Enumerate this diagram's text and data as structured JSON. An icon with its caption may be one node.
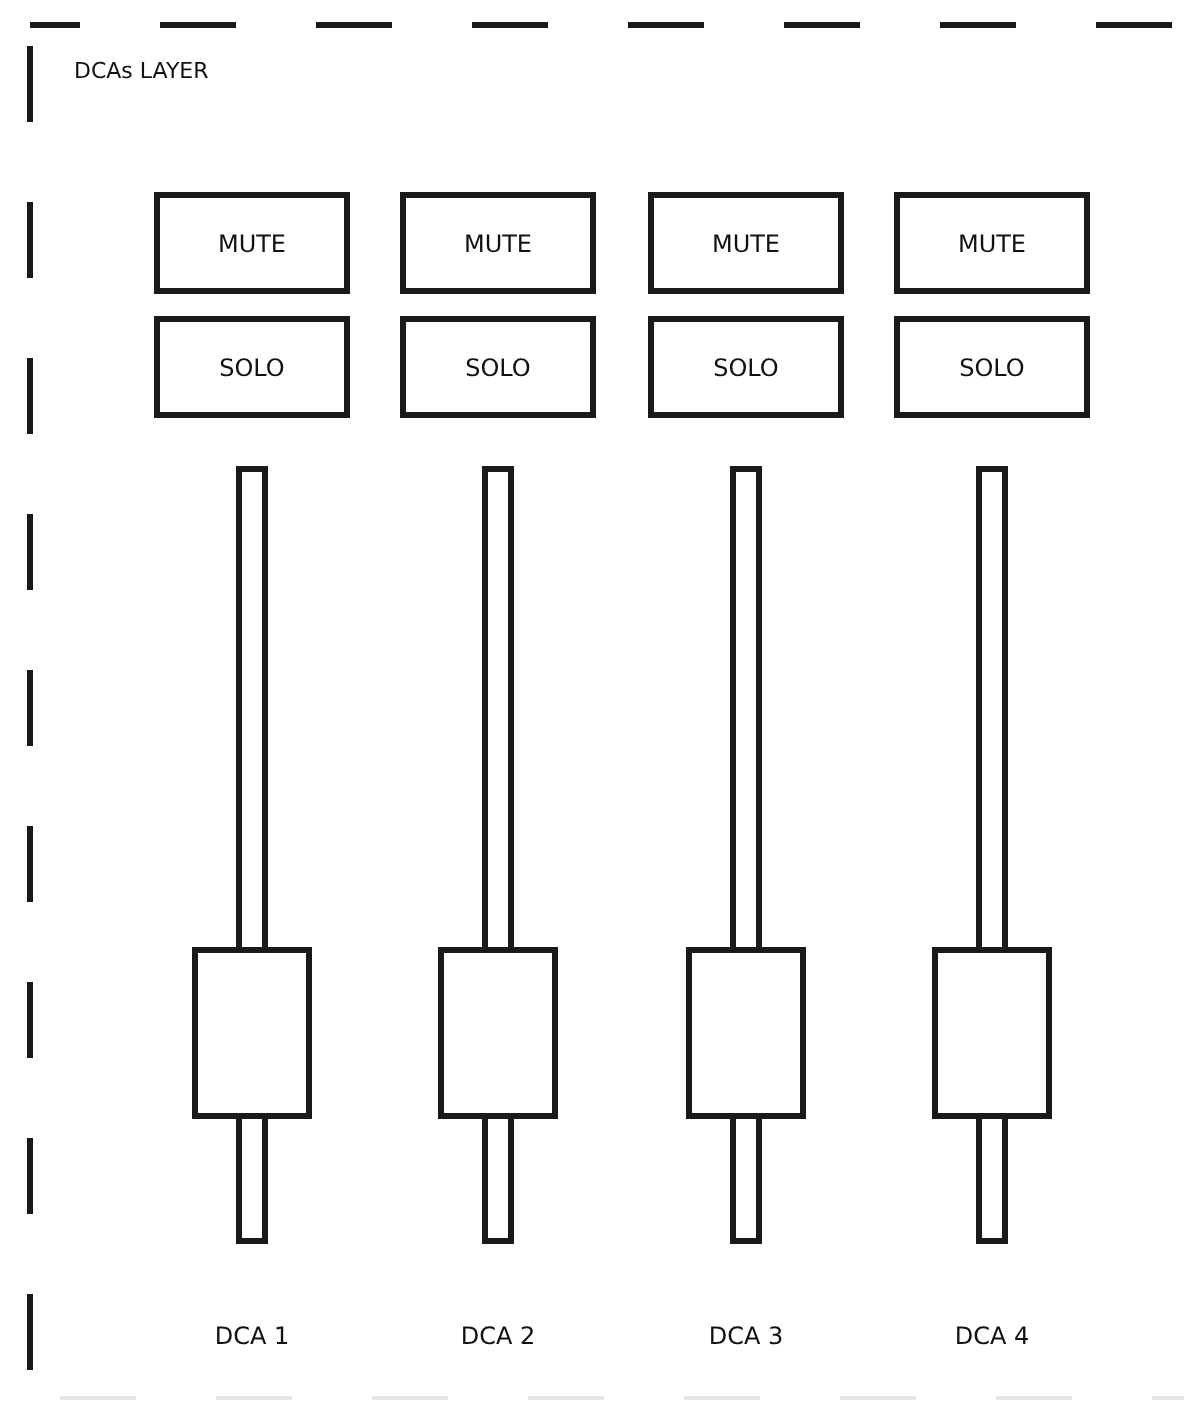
{
  "diagram": {
    "nodes": [
      {
        "text": [
          "DCAs LAYER"
        ]
      },
      {
        "text": [
          "MUTE"
        ],
        "in": 0
      },
      {
        "text": [
          "MUTE"
        ],
        "in": 0
      },
      {
        "text": [
          "MUTE"
        ],
        "in": 0
      },
      {
        "text": [
          "MUTE"
        ],
        "in": 0
      },
      {
        "text": [
          "SOLO"
        ],
        "in": 0
      },
      {
        "text": [
          "SOLO"
        ],
        "in": 0
      },
      {
        "text": [
          "SOLO"
        ],
        "in": 0
      },
      {
        "text": [
          "SOLO"
        ],
        "in": 0
      },
      {
        "text": [],
        "shape": "bar",
        "beside": [
          "DCA 1"
        ],
        "in": 0
      },
      {
        "text": [],
        "shape": "bar",
        "beside": [
          "DCA 2"
        ],
        "in": 0
      },
      {
        "text": [],
        "shape": "bar",
        "beside": [
          "DCA 3"
        ],
        "in": 0
      },
      {
        "text": [],
        "shape": "bar",
        "beside": [
          "DCA 4"
        ],
        "in": 0
      }
    ]
  }
}
